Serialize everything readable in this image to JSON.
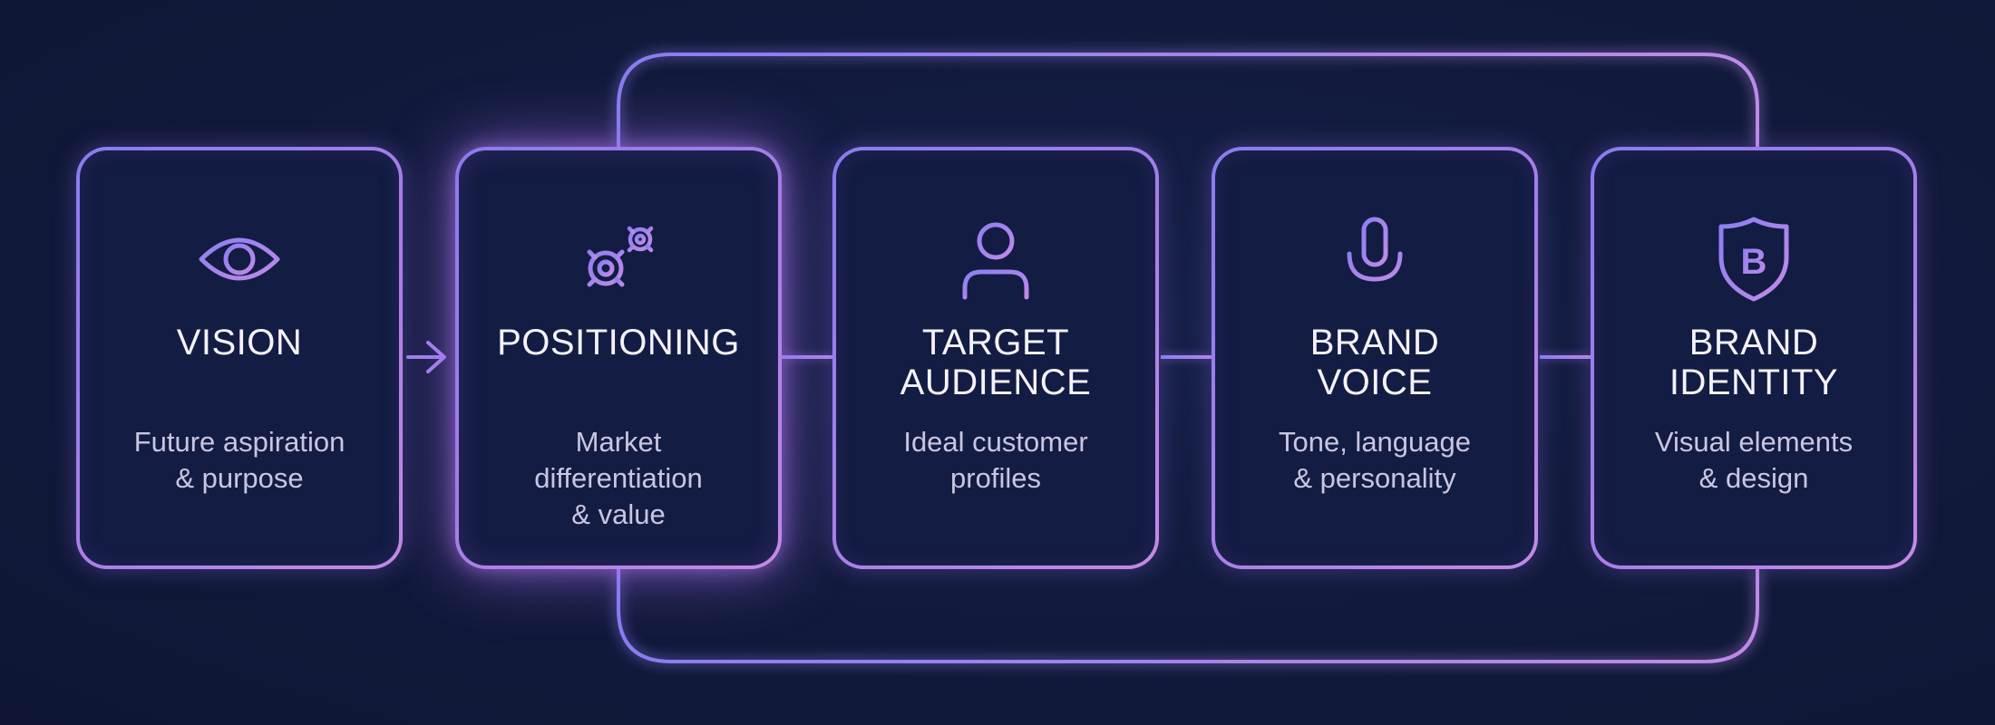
{
  "colors": {
    "background": "#111a3c",
    "card_fill": "#131c42",
    "accent_start": "#8a7cf0",
    "accent_end": "#c48ae6",
    "title_text": "#f4f2ff",
    "desc_text": "#c9c6e2"
  },
  "steps": [
    {
      "icon": "eye-icon",
      "title": [
        "VISION"
      ],
      "description": [
        "Future aspiration",
        "& purpose"
      ]
    },
    {
      "icon": "gears-icon",
      "title": [
        "POSITIONING"
      ],
      "description": [
        "Market",
        "differentiation",
        "& value"
      ]
    },
    {
      "icon": "person-icon",
      "title": [
        "TARGET",
        "AUDIENCE"
      ],
      "description": [
        "Ideal customer",
        "profiles"
      ]
    },
    {
      "icon": "microphone-icon",
      "title": [
        "BRAND",
        "VOICE"
      ],
      "description": [
        "Tone, language",
        "& personality"
      ]
    },
    {
      "icon": "brand-shield-icon",
      "icon_letter": "B",
      "title": [
        "BRAND",
        "IDENTITY"
      ],
      "description": [
        "Visual elements",
        "& design"
      ]
    }
  ]
}
